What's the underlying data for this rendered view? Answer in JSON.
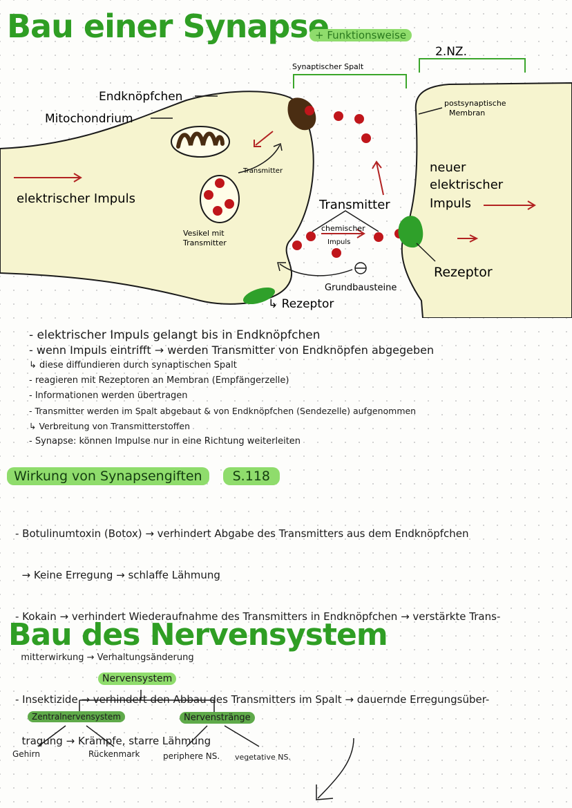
{
  "title": "Bau einer Synapse",
  "subtitle": "+ Funktionsweise",
  "diagram": {
    "label_2nz": "2.NZ.",
    "synaptic_cleft": "Synaptischer Spalt",
    "endknoepfchen": "Endknöpfchen",
    "mitochondrium": "Mitochondrium",
    "transmitter_small": "Transmitter",
    "electric_impulse": "elektrischer Impuls",
    "vesicle_line1": "Vesikel mit",
    "vesicle_line2": "Transmitter",
    "transmitter": "Transmitter",
    "chem_line1": "chemischer",
    "chem_line2": "Impuls",
    "grundbausteine": "Grundbausteine",
    "rezeptor_bottom": "↳ Rezeptor",
    "postsyn_line1": "postsynaptische",
    "postsyn_line2": "Membran",
    "new_line1": "neuer",
    "new_line2": "elektrischer",
    "new_line3": "Impuls",
    "rezeptor_right": "Rezeptor"
  },
  "bullets": [
    "- elektrischer Impuls gelangt bis in Endknöpfchen",
    "- wenn Impuls eintrifft → werden Transmitter von Endknöpfen abgegeben",
    "↳ diese diffundieren durch synaptischen Spalt",
    "- reagieren mit Rezeptoren an Membran (Empfängerzelle)",
    "- Informationen werden übertragen",
    "- Transmitter werden im Spalt abgebaut & von Endknöpfchen (Sendezelle) aufgenommen",
    "↳ Verbreitung von Transmitterstoffen",
    "- Synapse: können Impulse nur in eine Richtung weiterleiten"
  ],
  "section2": {
    "heading": "Wirkung von Synapsengiften",
    "page_ref": "S.118"
  },
  "toxins": [
    "- Botulinumtoxin (Botox) → verhindert Abgabe des Transmitters aus dem Endknöpfchen",
    "  → Keine Erregung → schlaffe Lähmung",
    "- Kokain → verhindert Wiederaufnahme des Transmitters in Endknöpfchen → verstärkte Trans-",
    "  mitterwirkung → Verhaltungsänderung",
    "- Insektizide → verhindert den Abbau des Transmitters im Spalt → dauernde Erregungsüber-",
    "  tragung → Krämpfe, starre Lähmung"
  ],
  "section3": {
    "title": "Bau des Nervensystem",
    "root": "Nervensystem",
    "left": "Zentralnervensystem",
    "right": "Nervenstränge",
    "leaves": [
      "Gehirn",
      "Rückenmark",
      "periphere NS.",
      "vegetative NS."
    ]
  }
}
